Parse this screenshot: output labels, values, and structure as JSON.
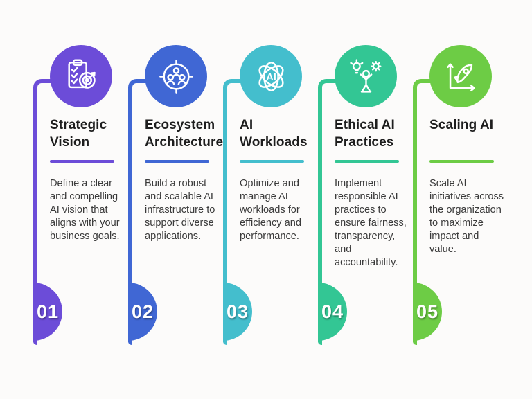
{
  "page": {
    "background_color": "#FCFBFA",
    "title_text_color": "#1E1E1E",
    "description_text_color": "#3A3A3A"
  },
  "steps": [
    {
      "number": "01",
      "title": "Strategic Vision",
      "description": "Define a clear and compelling AI vision that aligns with your business goals.",
      "color": "#6C4CD8",
      "icon": "clipboard-target-icon"
    },
    {
      "number": "02",
      "title": "Ecosystem Architecture",
      "description": "Build a robust and scalable AI infrastructure to support diverse applications.",
      "color": "#4067D4",
      "icon": "people-network-icon"
    },
    {
      "number": "03",
      "title": "AI Workloads",
      "description": "Optimize and manage AI workloads for efficiency and performance.",
      "color": "#44BECD",
      "icon": "ai-atom-icon"
    },
    {
      "number": "04",
      "title": "Ethical AI Practices",
      "description": "Implement responsible AI practices to ensure fairness, transparency, and accountability.",
      "color": "#33C694",
      "icon": "ethics-person-icon"
    },
    {
      "number": "05",
      "title": "Scaling AI",
      "description": "Scale AI initiatives across the organization to maximize impact and value.",
      "color": "#6DCC45",
      "icon": "rocket-growth-icon"
    }
  ]
}
